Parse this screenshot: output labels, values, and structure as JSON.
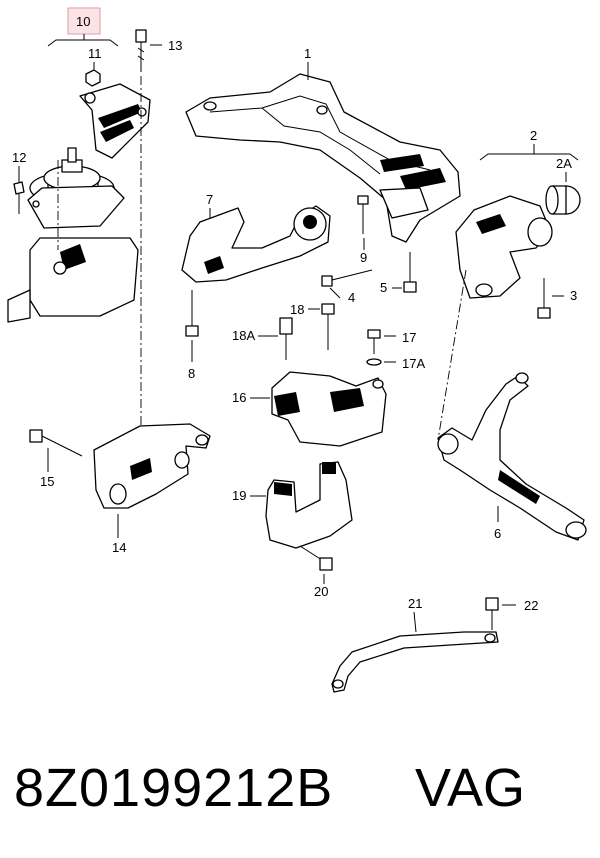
{
  "callouts": {
    "c1": "1",
    "c2": "2",
    "c2a": "2A",
    "c3": "3",
    "c4": "4",
    "c5": "5",
    "c6": "6",
    "c7": "7",
    "c8": "8",
    "c9": "9",
    "c10": "10",
    "c11": "11",
    "c12": "12",
    "c13": "13",
    "c14": "14",
    "c15": "15",
    "c16": "16",
    "c17": "17",
    "c17a": "17A",
    "c18": "18",
    "c18a": "18A",
    "c19": "19",
    "c20": "20",
    "c21": "21",
    "c22": "22"
  },
  "highlighted_callout": "10",
  "highlight_color": "#fbe3e6",
  "footer": {
    "part_number": "8Z0199212B",
    "brand": "VAG"
  }
}
